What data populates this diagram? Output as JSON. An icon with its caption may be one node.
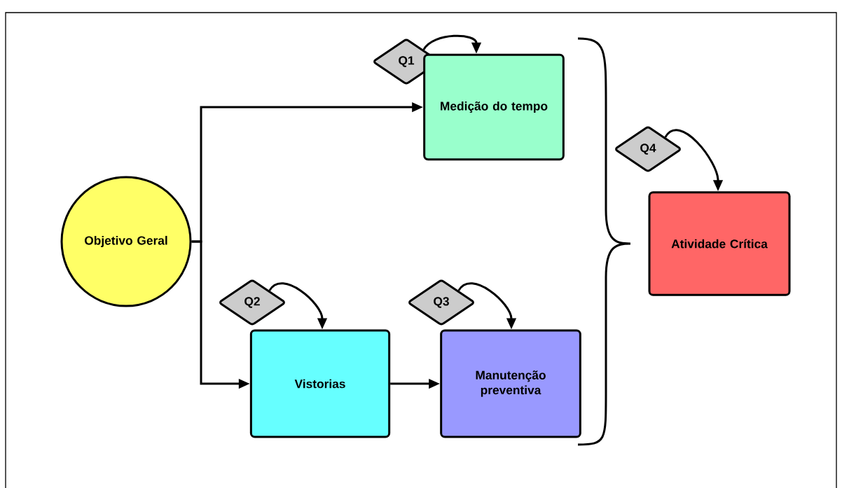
{
  "diagram": {
    "nodes": [
      {
        "text": [
          "Objetivo Geral"
        ]
      },
      {
        "text": [
          "Q1"
        ]
      },
      {
        "text": [
          "Medição do tempo"
        ]
      },
      {
        "text": [
          "Q2"
        ]
      },
      {
        "text": [
          "Vistorias"
        ]
      },
      {
        "text": [
          "Q3"
        ]
      },
      {
        "text": [
          "Manutenção preventiva"
        ]
      },
      {
        "text": [
          "Q4"
        ]
      },
      {
        "text": [
          "Atividade Crítica"
        ]
      }
    ],
    "edges": [
      {
        "from": 0,
        "to": 2,
        "arrow": "to"
      },
      {
        "from": 0,
        "to": 4,
        "arrow": "to"
      },
      {
        "from": 1,
        "to": 2,
        "arrow": "to"
      },
      {
        "from": 3,
        "to": 4,
        "arrow": "to"
      },
      {
        "from": 4,
        "to": 6,
        "arrow": "to"
      },
      {
        "from": 5,
        "to": 6,
        "arrow": "to"
      },
      {
        "from": 7,
        "to": 8,
        "arrow": "to"
      }
    ]
  }
}
